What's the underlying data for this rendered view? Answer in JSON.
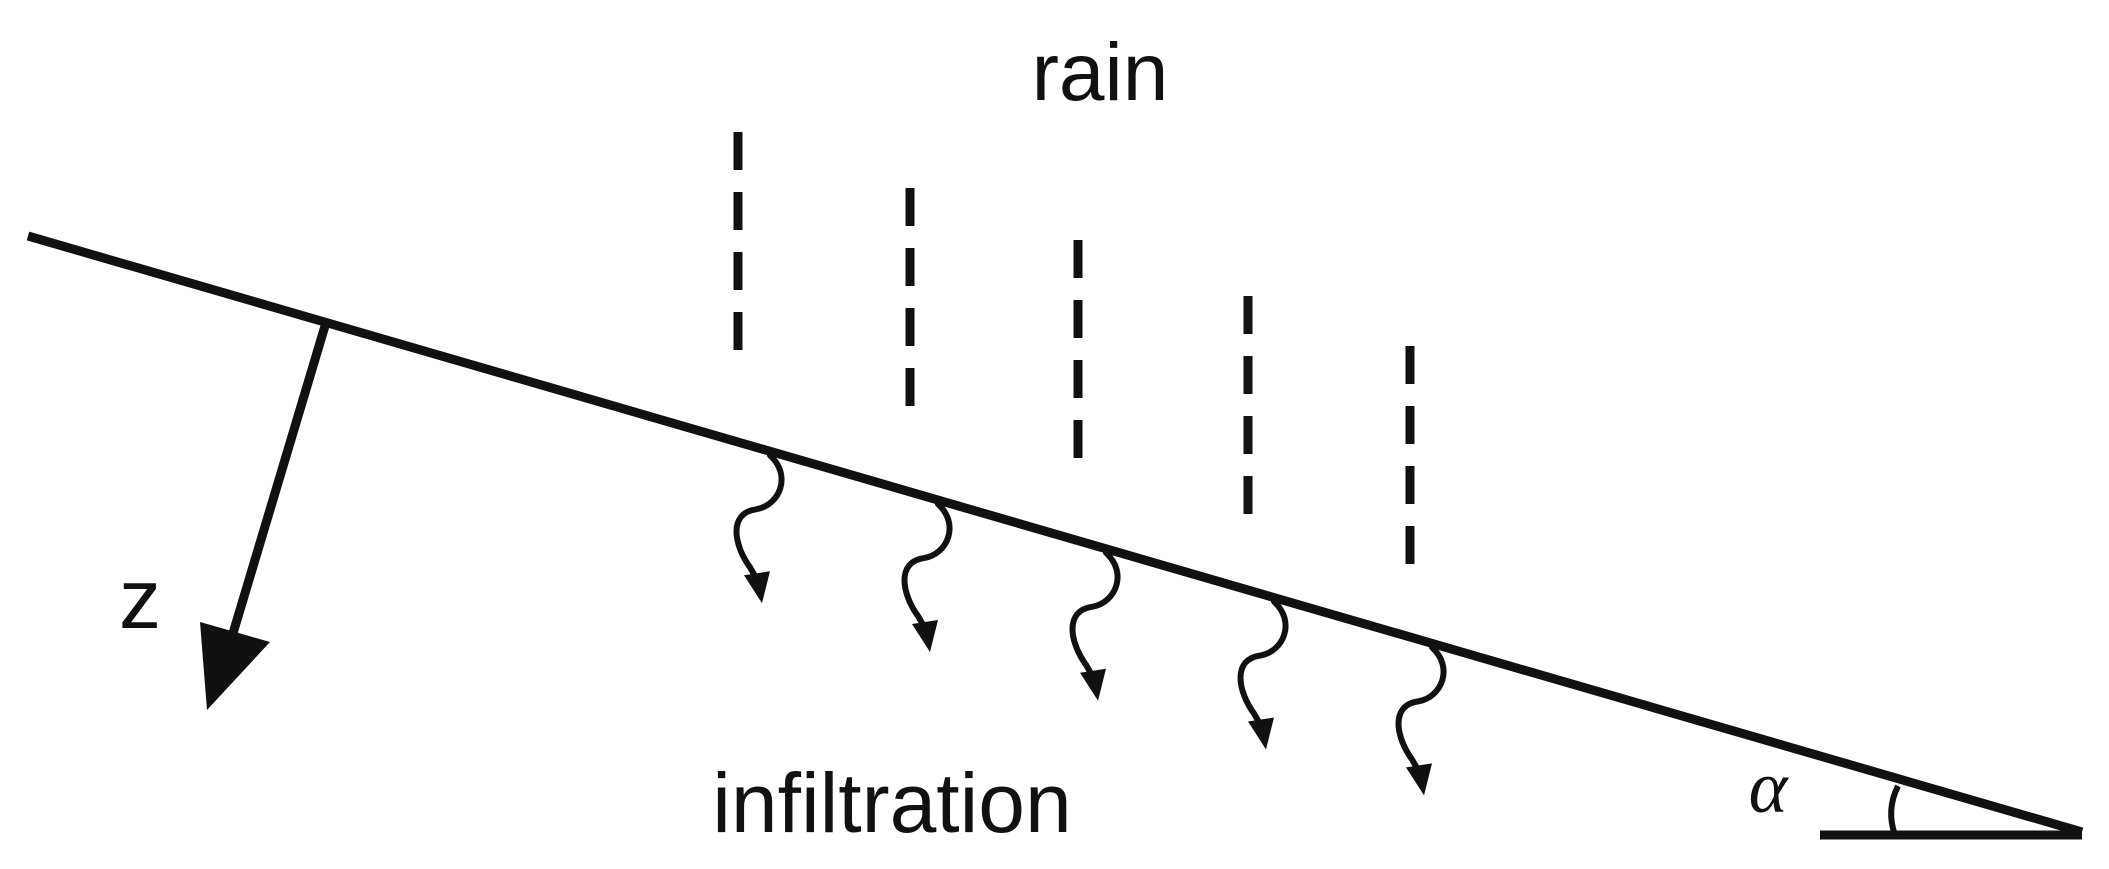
{
  "labels": {
    "rain": "rain",
    "infiltration": "infiltration",
    "depth_axis": "z",
    "slope_angle": "α"
  },
  "rain_drops": 5,
  "infiltration_arrows": 5,
  "colors": {
    "ink": "#111111",
    "background": "#ffffff"
  }
}
